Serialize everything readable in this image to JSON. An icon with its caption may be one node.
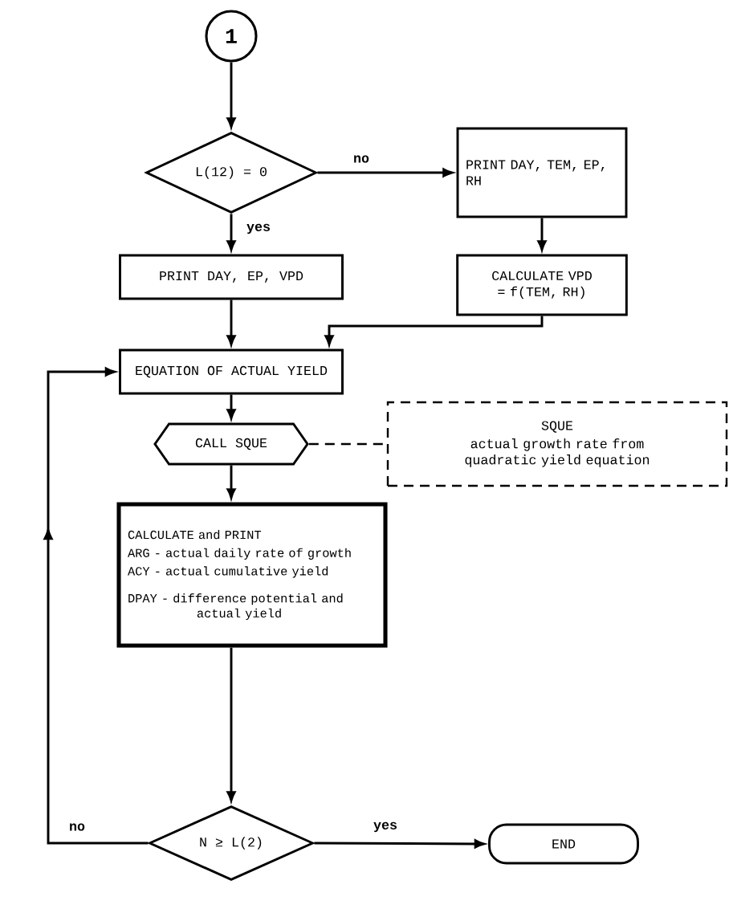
{
  "diagram": {
    "nodes": [
      {
        "text": [
          "1"
        ]
      },
      {
        "text": [
          "L(12) = 0"
        ]
      },
      {
        "text": [
          "PRINT DAY, TEM, EP, RH"
        ]
      },
      {
        "text": [
          "PRINT DAY, EP, VPD"
        ]
      },
      {
        "text": [
          "CALCULATE VPD = f(TEM, RH)"
        ]
      },
      {
        "text": [
          "EQUATION OF ACTUAL YIELD"
        ]
      },
      {
        "text": [
          "CALL SQUE"
        ]
      },
      {
        "text": [
          "SQUE",
          "actual growth rate from quadratic yield equation"
        ]
      },
      {
        "text": [
          "CALCULATE and PRINT",
          "ARG - actual daily rate of growth",
          "ACY - actual cumulative yield",
          "DPAY - difference potential and actual yield"
        ]
      },
      {
        "text": [
          "N ≥ L(2)"
        ]
      },
      {
        "text": [
          "END"
        ]
      }
    ],
    "edges": [
      {
        "from": 0,
        "to": 1,
        "arrow": "to"
      },
      {
        "from": 1,
        "to": 2,
        "arrow": "to",
        "label": "no"
      },
      {
        "from": 1,
        "to": 3,
        "arrow": "to",
        "label": "yes"
      },
      {
        "from": 2,
        "to": 4,
        "arrow": "to"
      },
      {
        "from": 4,
        "to": 5,
        "arrow": "to"
      },
      {
        "from": 3,
        "to": 5,
        "arrow": "to"
      },
      {
        "from": 5,
        "to": 6,
        "arrow": "to"
      },
      {
        "from": 6,
        "to": 7,
        "arrow": "none",
        "style": "dashed"
      },
      {
        "from": 6,
        "to": 8,
        "arrow": "to"
      },
      {
        "from": 8,
        "to": 9,
        "arrow": "to"
      },
      {
        "from": 9,
        "to": 10,
        "arrow": "to",
        "label": "yes"
      },
      {
        "from": 9,
        "to": 5,
        "arrow": "to",
        "label": "no"
      }
    ]
  }
}
